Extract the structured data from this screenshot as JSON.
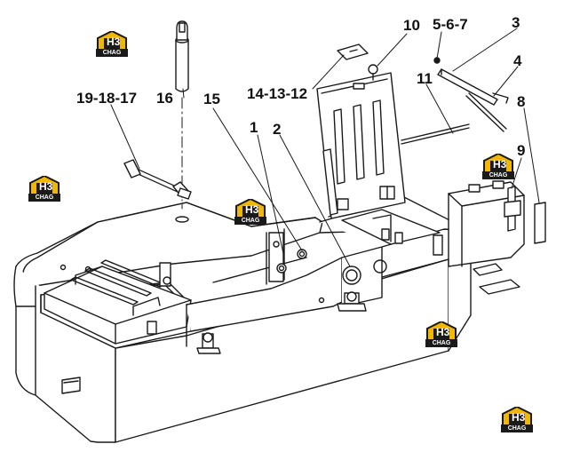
{
  "diagram": {
    "labels": {
      "l10": "10",
      "l567": "5-6-7",
      "l3": "3",
      "l4": "4",
      "l191817": "19-18-17",
      "l16": "16",
      "l15": "15",
      "l141312": "14-13-12",
      "l11": "11",
      "l8": "8",
      "l1": "1",
      "l2": "2",
      "l9": "9"
    },
    "watermark": {
      "mark": "H3",
      "text": "CHAG"
    },
    "colors": {
      "line": "#1a1a1a",
      "fill": "#ffffff",
      "logo_yellow": "#f2b705",
      "logo_dark": "#1a1a1a"
    }
  }
}
